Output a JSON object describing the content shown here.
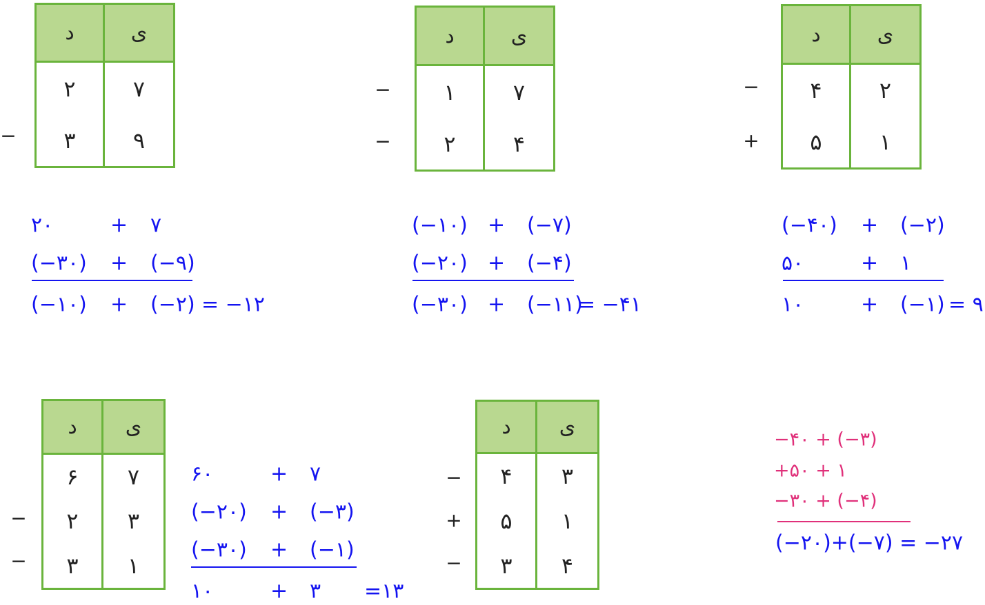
{
  "tables": [
    {
      "header": [
        "د",
        "ی"
      ],
      "rows": [
        [
          "۲",
          "۷"
        ],
        [
          "۳",
          "۹"
        ]
      ],
      "signs": [
        "",
        "−"
      ]
    },
    {
      "header": [
        "د",
        "ی"
      ],
      "rows": [
        [
          "۱",
          "۷"
        ],
        [
          "۲",
          "۴"
        ]
      ],
      "signs": [
        "−",
        "−"
      ]
    },
    {
      "header": [
        "د",
        "ی"
      ],
      "rows": [
        [
          "۴",
          "۲"
        ],
        [
          "۵",
          "۱"
        ]
      ],
      "signs": [
        "−",
        "+"
      ]
    },
    {
      "header": [
        "د",
        "ی"
      ],
      "rows": [
        [
          "۶",
          "۷"
        ],
        [
          "۲",
          "۳"
        ],
        [
          "۳",
          "۱"
        ]
      ],
      "signs": [
        "",
        "−",
        "−"
      ]
    },
    {
      "header": [
        "د",
        "ی"
      ],
      "rows": [
        [
          "۴",
          "۳"
        ],
        [
          "۵",
          "۱"
        ],
        [
          "۳",
          "۴"
        ]
      ],
      "signs": [
        "−",
        "+",
        "−"
      ]
    }
  ],
  "equations": [
    {
      "rows": [
        [
          "۲۰",
          "+",
          "۷"
        ],
        [
          "(−۳۰)",
          "+",
          "(−۹)"
        ]
      ],
      "total": [
        "(−۱۰)",
        "+",
        "(−۲)"
      ],
      "result": "= −۱۲"
    },
    {
      "rows": [
        [
          "(−۱۰)",
          "+",
          "(−۷)"
        ],
        [
          "(−۲۰)",
          "+",
          "(−۴)"
        ]
      ],
      "total": [
        "(−۳۰)",
        "+",
        "(−۱۱)"
      ],
      "result": "= −۴۱"
    },
    {
      "rows": [
        [
          "(−۴۰)",
          "+",
          "(−۲)"
        ],
        [
          "۵۰",
          "+",
          "۱"
        ]
      ],
      "total": [
        "۱۰",
        "+",
        "(−۱)"
      ],
      "result": "= ۹"
    },
    {
      "rows": [
        [
          "۶۰",
          "+",
          "۷"
        ],
        [
          "(−۲۰)",
          "+",
          "(−۳)"
        ],
        [
          "(−۳۰)",
          "+",
          "(−۱)"
        ]
      ],
      "total": [
        "۱۰",
        "+",
        "۳"
      ],
      "result": "=۱۳"
    }
  ],
  "pink_solution": {
    "lines": [
      "−۴۰ + (−۳)",
      "+۵۰ + ۱",
      "−۳۰ + (−۴)"
    ],
    "total": "(−۲۰)+(−۷) = −۲۷"
  },
  "colors": {
    "table_border": "#6ab43c",
    "table_header": "#b9d890",
    "answer_blue": "#1414f0",
    "answer_pink": "#e0307a"
  }
}
